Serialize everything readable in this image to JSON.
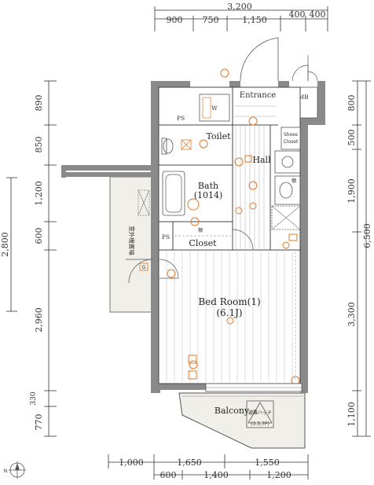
{
  "dimensions": {
    "top_total": "3,200",
    "top_parts": [
      "900",
      "750",
      "1,150",
      "400",
      "400"
    ],
    "bottom_upper": [
      "1,000",
      "1,650",
      "1,550"
    ],
    "bottom_lower": [
      "600",
      "1,400",
      "1,200"
    ],
    "left_inner": [
      "890",
      "850",
      "1,200",
      "600",
      "2,960",
      "330",
      "770"
    ],
    "left_outer": "2,800",
    "right_inner": [
      "800",
      "500",
      "1,900",
      "3,300",
      "1,100"
    ],
    "right_outer": "6,500"
  },
  "rooms": {
    "entrance": "Entrance",
    "mb": "MB",
    "ps_top": "PS",
    "toilet": "Toilet",
    "w_label": "W",
    "shoes_closet_line1": "Shoes",
    "shoes_closet_line2": "Closet",
    "hall": "Hall",
    "bath_line1": "Bath",
    "bath_line2": "(1014)",
    "ps_mid": "PS",
    "closet": "Closet",
    "shelf": "棚",
    "shelf2": "棚",
    "bedroom_line1": "Bed Room(1)",
    "bedroom_line2": "(6.1J)",
    "balcony": "Balcony",
    "outdoor_unit": "室外機置場",
    "hatch_line1": "避難ハッチ",
    "hatch_line2": "(3.5.7F)",
    "g_mark": "G"
  },
  "compass": {
    "north": "N"
  },
  "colors": {
    "wall": "#8a8a8a",
    "fixture": "#e0782a",
    "line": "#333333",
    "balcony": "#f1efe9"
  }
}
